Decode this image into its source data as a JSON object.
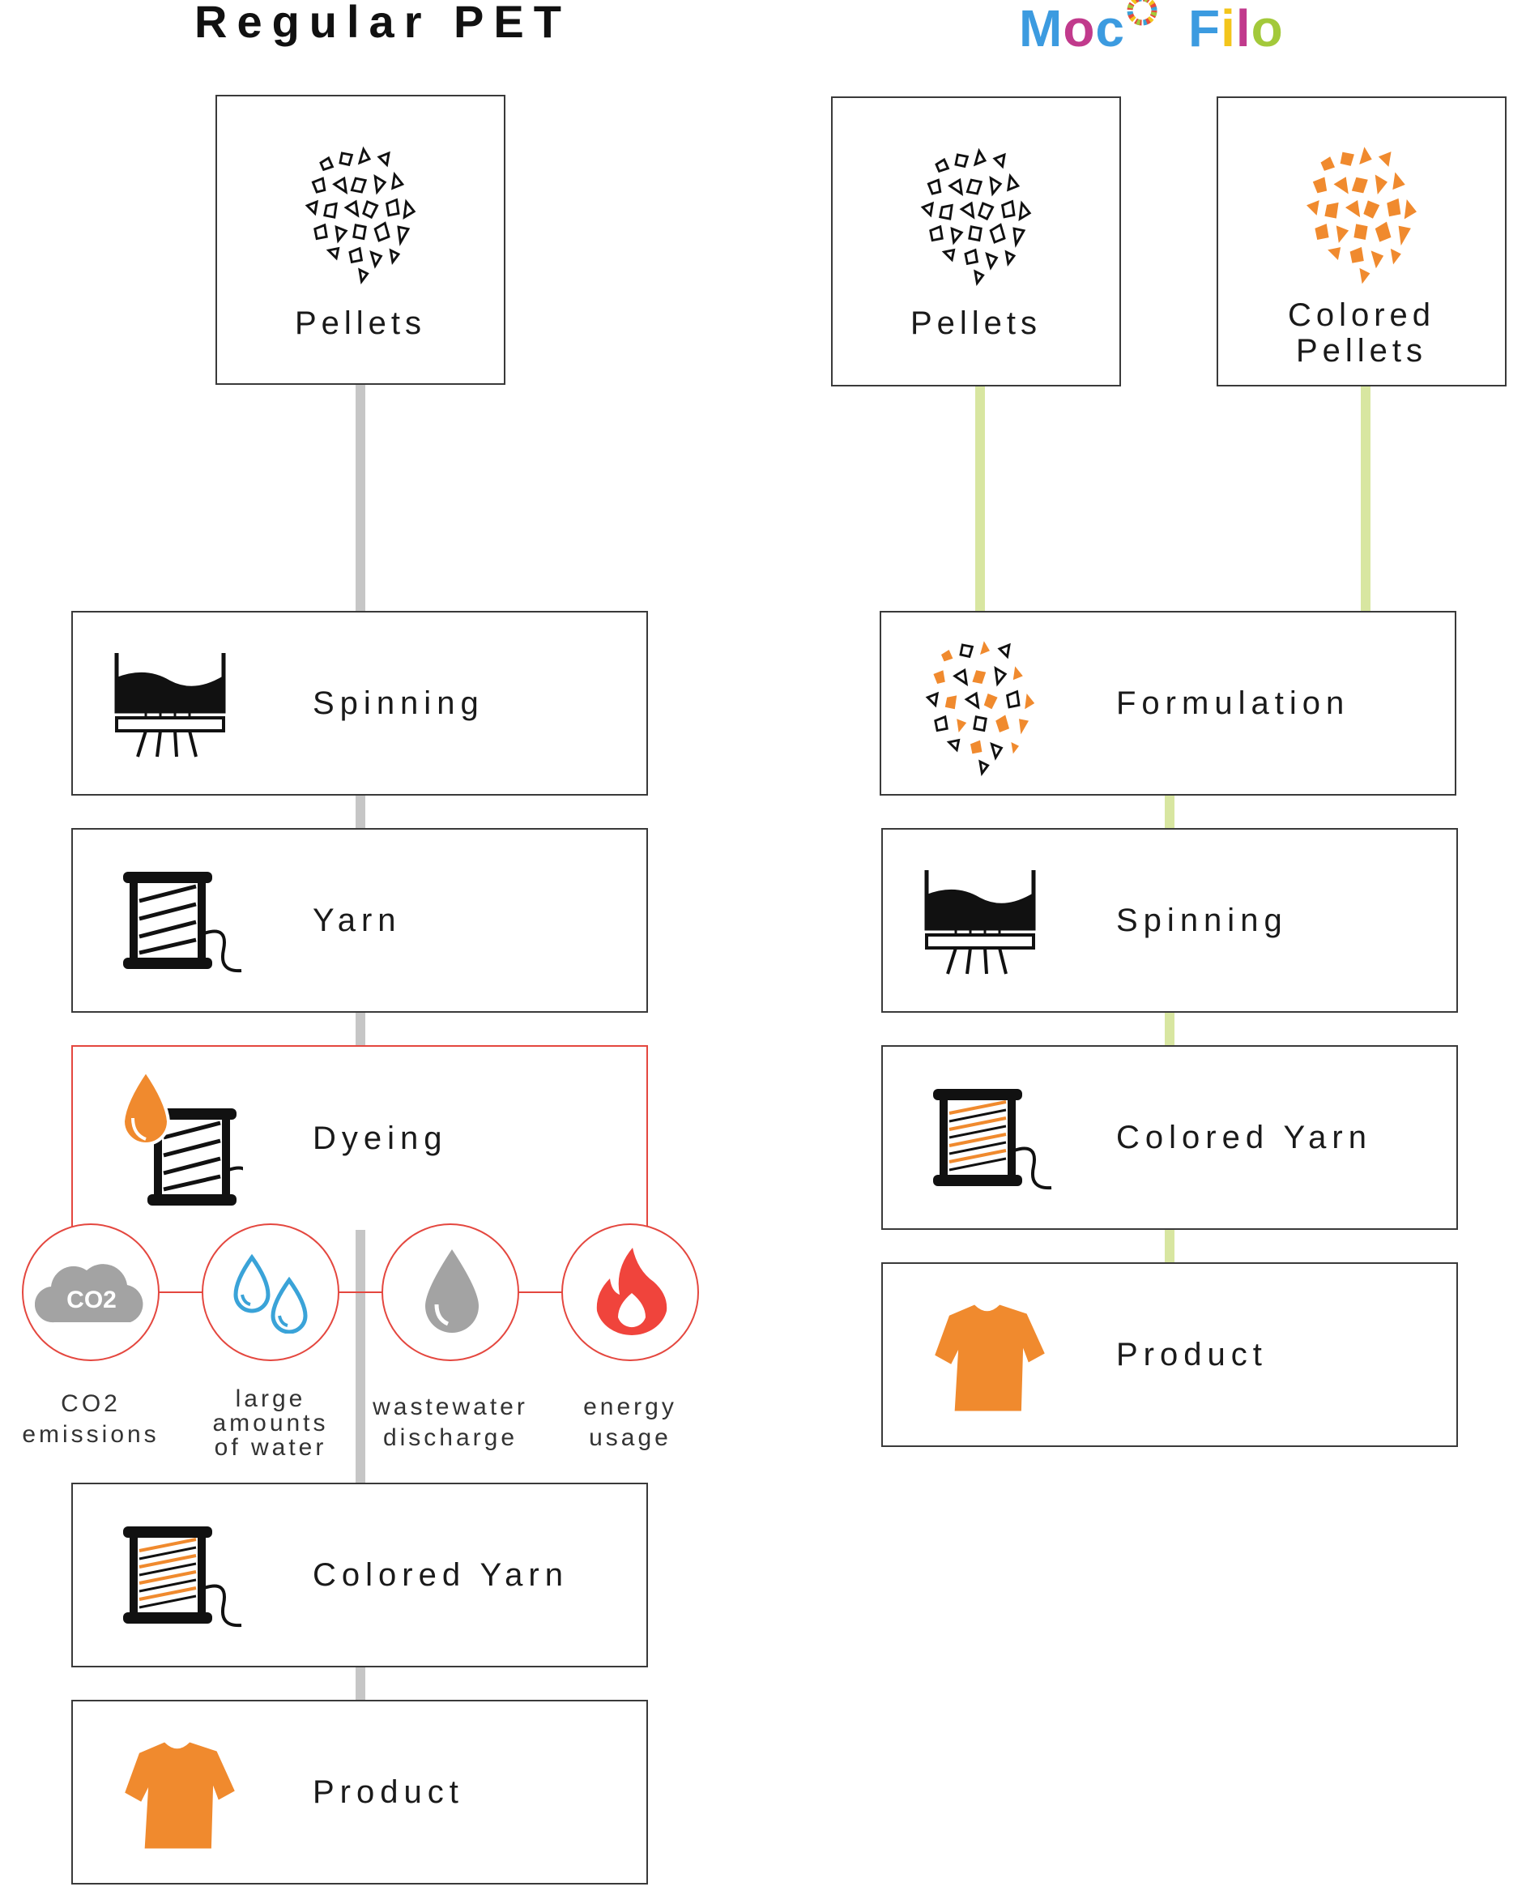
{
  "left": {
    "title": "Regular PET",
    "pellets_label": "Pellets",
    "steps": [
      "Spinning",
      "Yarn",
      "Dyeing",
      "Colored Yarn",
      "Product"
    ],
    "impacts": [
      {
        "icon": "co2-cloud-icon",
        "label_lines": [
          "CO2",
          "emissions"
        ],
        "badge": "CO2"
      },
      {
        "icon": "water-drops-icon",
        "label_lines": [
          "large",
          "amounts",
          "of water"
        ]
      },
      {
        "icon": "wastewater-drop-icon",
        "label_lines": [
          "wastewater",
          "discharge"
        ]
      },
      {
        "icon": "flame-icon",
        "label_lines": [
          "energy",
          "usage"
        ]
      }
    ]
  },
  "right": {
    "brand_letters": [
      "M",
      "o",
      "c",
      "o",
      "F",
      "i",
      "l",
      "o"
    ],
    "pellets_label": "Pellets",
    "colored_pellets_lines": [
      "Colored",
      "Pellets"
    ],
    "steps": [
      "Formulation",
      "Spinning",
      "Colored Yarn",
      "Product"
    ]
  },
  "colors": {
    "orange": "#f08a2e",
    "impact_red": "#e4473f",
    "left_connector": "#c6c6c6",
    "right_connector": "#d8e6a1",
    "water_blue": "#3aa3d8",
    "gray_icon": "#a3a3a3",
    "brand_blue": "#3c9be0",
    "brand_magenta": "#c13a8c",
    "brand_yellow": "#f3c51b",
    "brand_green": "#a3c93a"
  }
}
